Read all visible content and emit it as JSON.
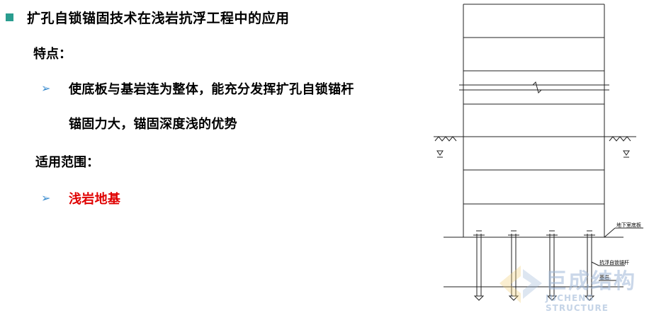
{
  "title": "扩孔自锁锚固技术在浅岩抗浮工程中的应用",
  "features_label": "特点：",
  "feature_line1": "使底板与基岩连为整体，能充分发挥扩孔自锁锚杆",
  "feature_line2": "锚固力大，锚固深度浅的优势",
  "scope_label": "适用范围：",
  "scope_item": "浅岩地基",
  "drawing": {
    "label_basement_slab": "地下室底板",
    "label_anchor": "抗浮自锁锚杆",
    "label_bedrock": "基岩"
  },
  "watermark": {
    "brand": "巨成结构",
    "sub": "JUCHENG STRUCTURE"
  },
  "colors": {
    "bullet_square": "#2a9d8f",
    "arrow": "#3a8ccf",
    "highlight": "#e00000"
  }
}
